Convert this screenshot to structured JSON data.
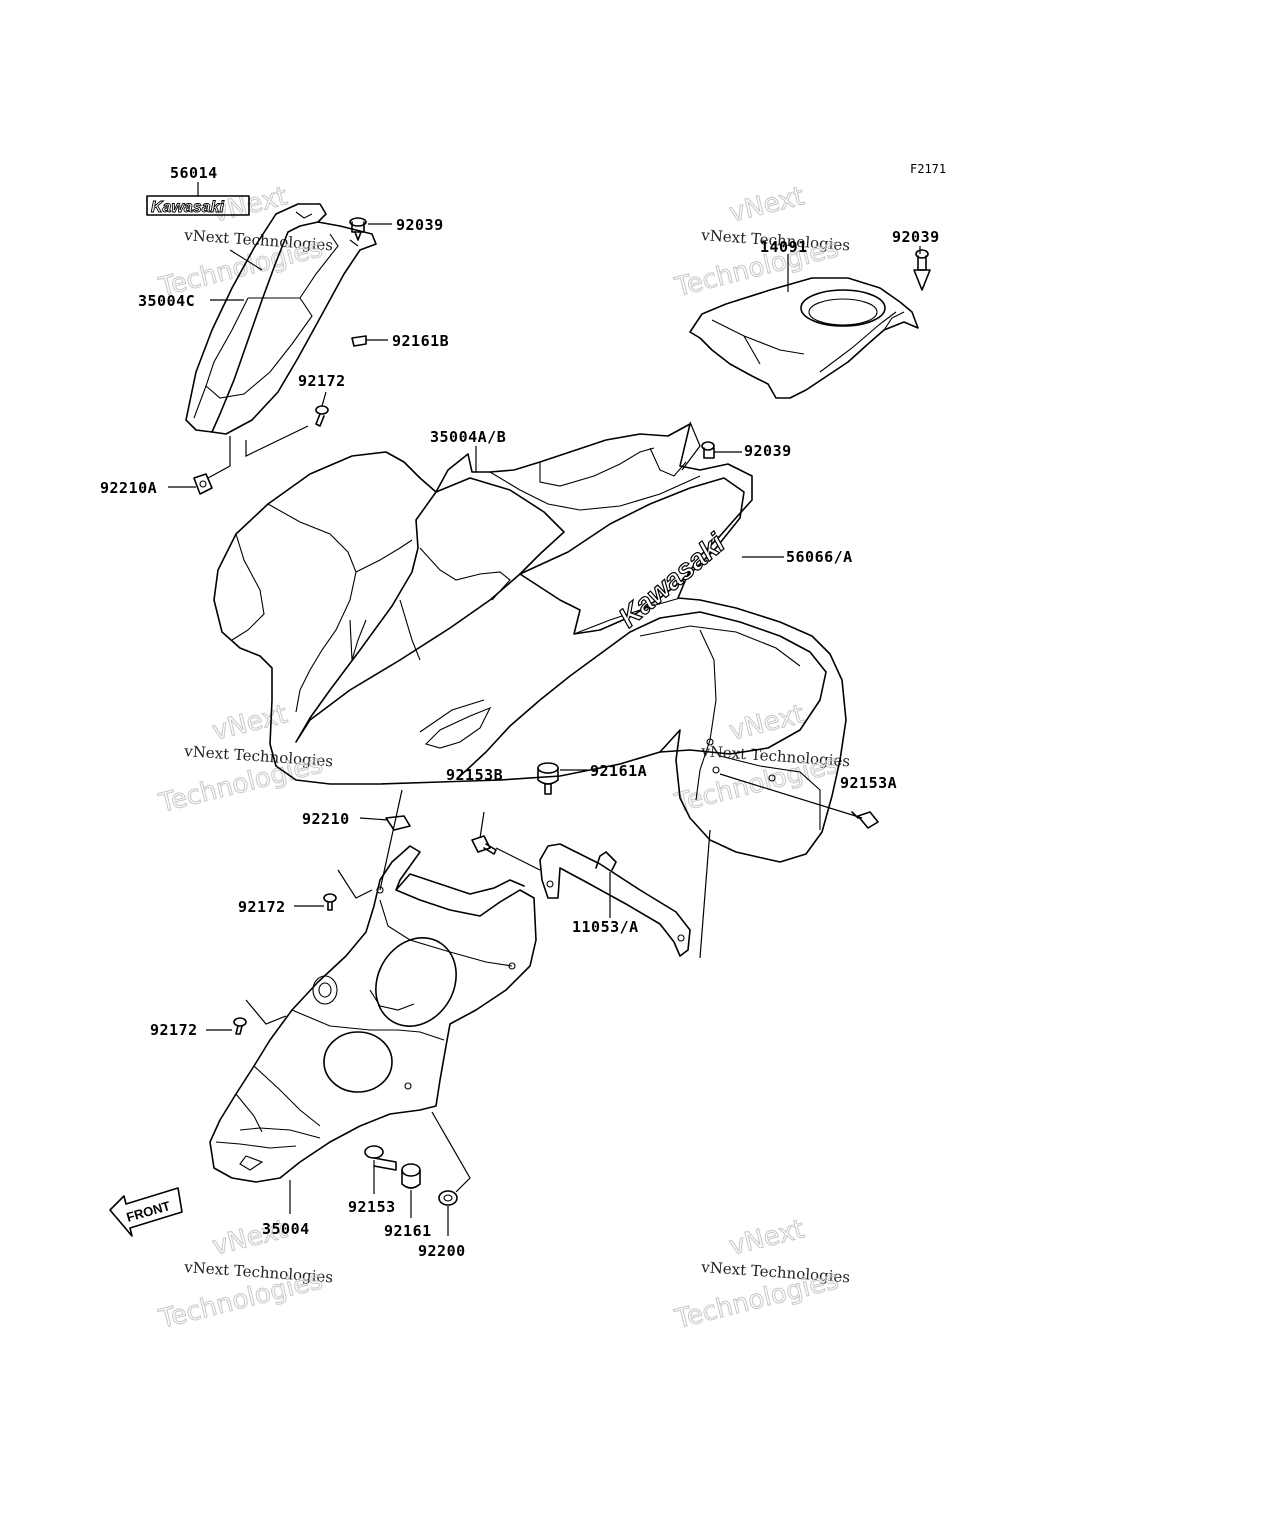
{
  "figure_id": "F2171",
  "watermark": {
    "line1": "vNext Technologies",
    "line2": "Technologies",
    "line3": "vNext"
  },
  "logos": {
    "decal_small": "Kawasaki",
    "decal_large": "Kawasaki"
  },
  "front_marker": "FRONT",
  "part_labels": {
    "p56014": "56014",
    "p92039_top": "92039",
    "p35004C": "35004C",
    "p92161B": "92161B",
    "p92172_top": "92172",
    "p92210A": "92210A",
    "p14091": "14091",
    "p92039_right": "92039",
    "p35004AB": "35004A/B",
    "p92039_mid": "92039",
    "p56066A": "56066/A",
    "p92153A": "92153A",
    "p92210": "92210",
    "p92153B": "92153B",
    "p92161A": "92161A",
    "p92172_mid": "92172",
    "p11053A": "11053/A",
    "p92172_low": "92172",
    "p35004": "35004",
    "p92153": "92153",
    "p92161": "92161",
    "p92200": "92200"
  }
}
